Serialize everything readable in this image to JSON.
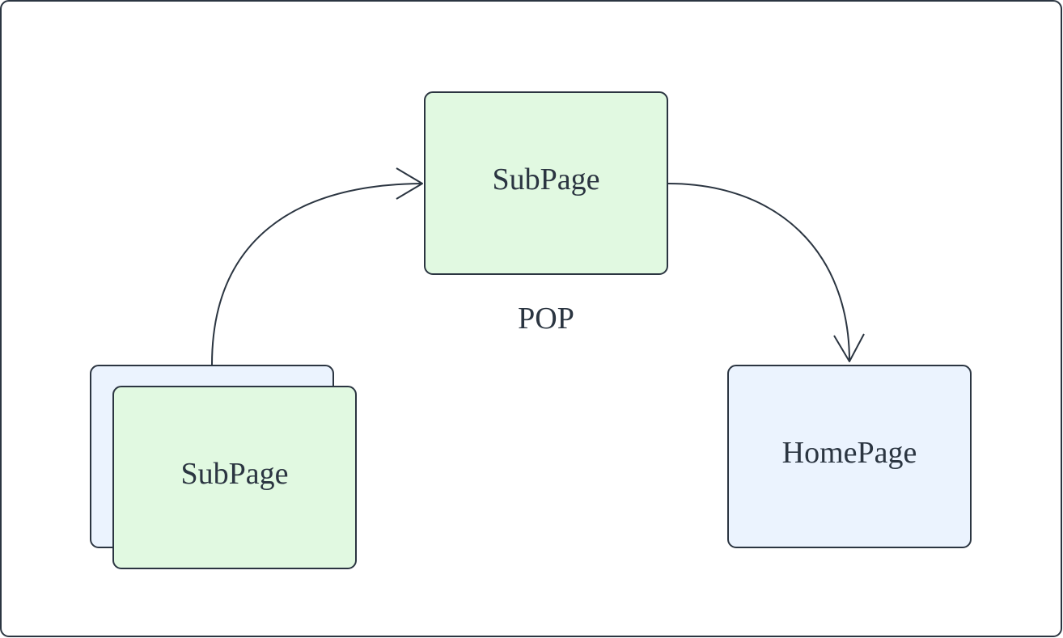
{
  "diagram": {
    "nodes": {
      "subpage_top": {
        "label": "SubPage"
      },
      "subpage_bottom": {
        "label": "SubPage"
      },
      "homepage": {
        "label": "HomePage"
      }
    },
    "edge_label": "POP"
  },
  "colors": {
    "stroke": "#2b3541",
    "text": "#2b3541",
    "green_fill": "#e1f9e1",
    "blue_fill": "#ebf3fe",
    "background": "#ffffff"
  }
}
